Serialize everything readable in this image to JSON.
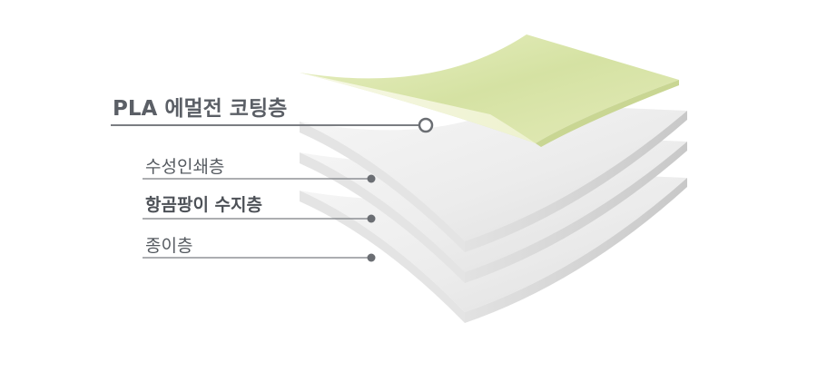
{
  "layers": [
    {
      "id": "coating",
      "label": "PLA 에멀전 코팅층",
      "emphasis": "strong"
    },
    {
      "id": "ink",
      "label": "수성인쇄층",
      "emphasis": "normal"
    },
    {
      "id": "resin",
      "label": "항곰팡이 수지층",
      "emphasis": "bold"
    },
    {
      "id": "paper",
      "label": "종이층",
      "emphasis": "normal"
    }
  ],
  "colors": {
    "coating_top": "#dfe8b4",
    "coating_underside": "#f2f4dc",
    "sheet_face": "#eeeeee",
    "sheet_edge": "#d2d2d2",
    "leader_line": "#7a7d82",
    "marker": "#6b6e73",
    "label_text": "#555a60"
  }
}
